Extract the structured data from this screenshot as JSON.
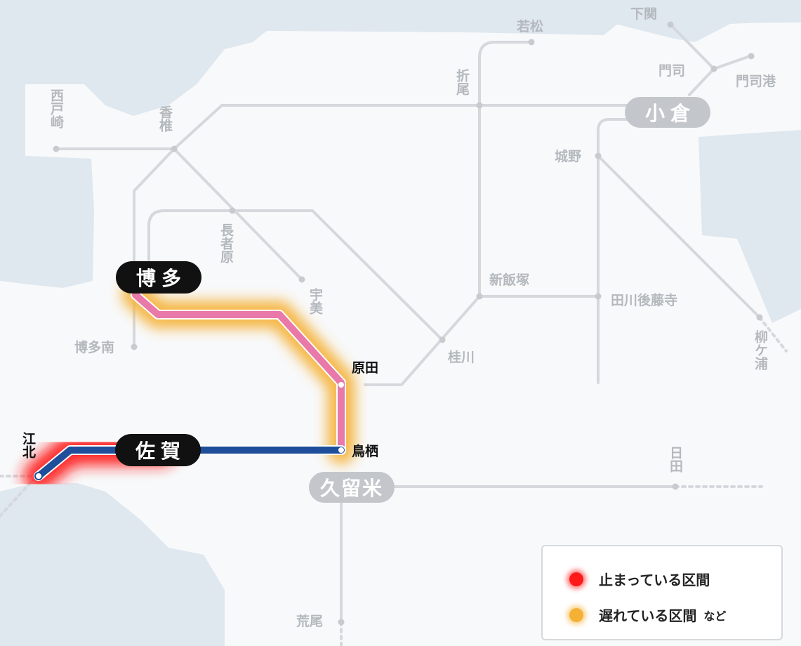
{
  "colors": {
    "sea": "#dfe7ef",
    "land": "#f8f9fa",
    "inactive_line": "#d5d8dc",
    "inactive_text": "#b4b9be",
    "dark_badge": "#111111",
    "grey_badge": "#c3c7cb",
    "pink_line": "#e879a8",
    "blue_line": "#1f4e9a",
    "stopped": "#ff1a1a",
    "delayed": "#f5b136"
  },
  "stations": {
    "shimonoseki": "下関",
    "wakamatsu": "若松",
    "mojiko": "門司港",
    "moji": "門司",
    "orio": "折尾",
    "kokura": "小倉",
    "nishitozaki": "西戸崎",
    "kashii": "香椎",
    "jono": "城野",
    "chojabaru": "長者原",
    "hakata": "博多",
    "umi": "宇美",
    "shiniizuka": "新飯塚",
    "tagawagotoji": "田川後藤寺",
    "yanagigaura": "柳ケ浦",
    "hakataminami": "博多南",
    "harada": "原田",
    "keisen": "桂川",
    "kohoku": "江北",
    "saga": "佐賀",
    "tosu": "鳥栖",
    "hita": "日田",
    "kurume": "久留米",
    "arao": "荒尾"
  },
  "legend": {
    "stopped_label": "止まっている区間",
    "delayed_label": "遅れている区間",
    "delayed_suffix": "など"
  }
}
